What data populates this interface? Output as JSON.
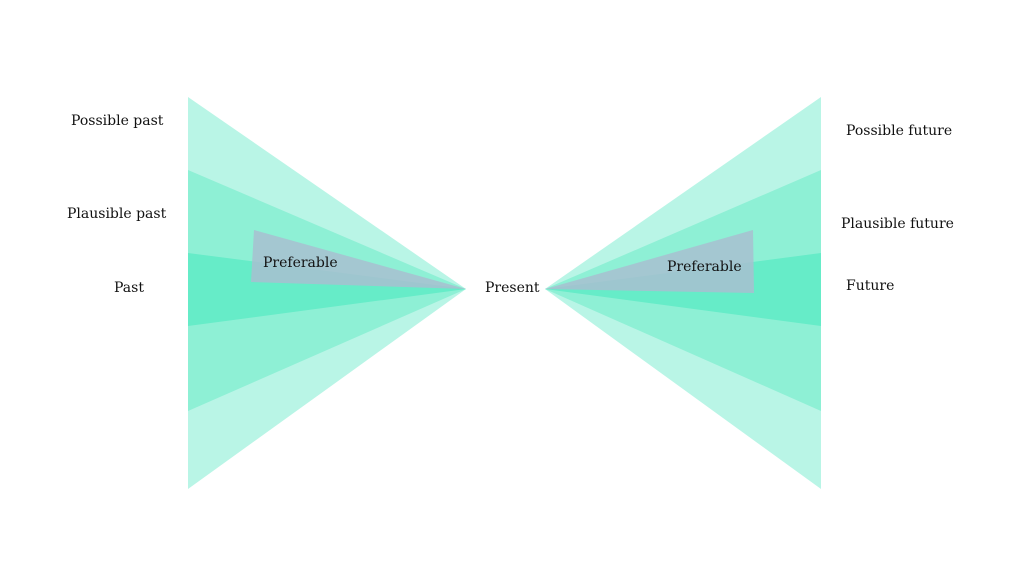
{
  "labels": {
    "possible_past": "Possible past",
    "plausible_past": "Plausible past",
    "past": "Past",
    "present": "Present",
    "possible_future": "Possible future",
    "plausible_future": "Plausible future",
    "future": "Future",
    "preferable_left": "Preferable",
    "preferable_right": "Preferable"
  },
  "colors": {
    "possible": "#b9f5e6",
    "plausible": "#8ef0d5",
    "probable": "#66ecc8",
    "preferable": "#a8bfd0"
  }
}
